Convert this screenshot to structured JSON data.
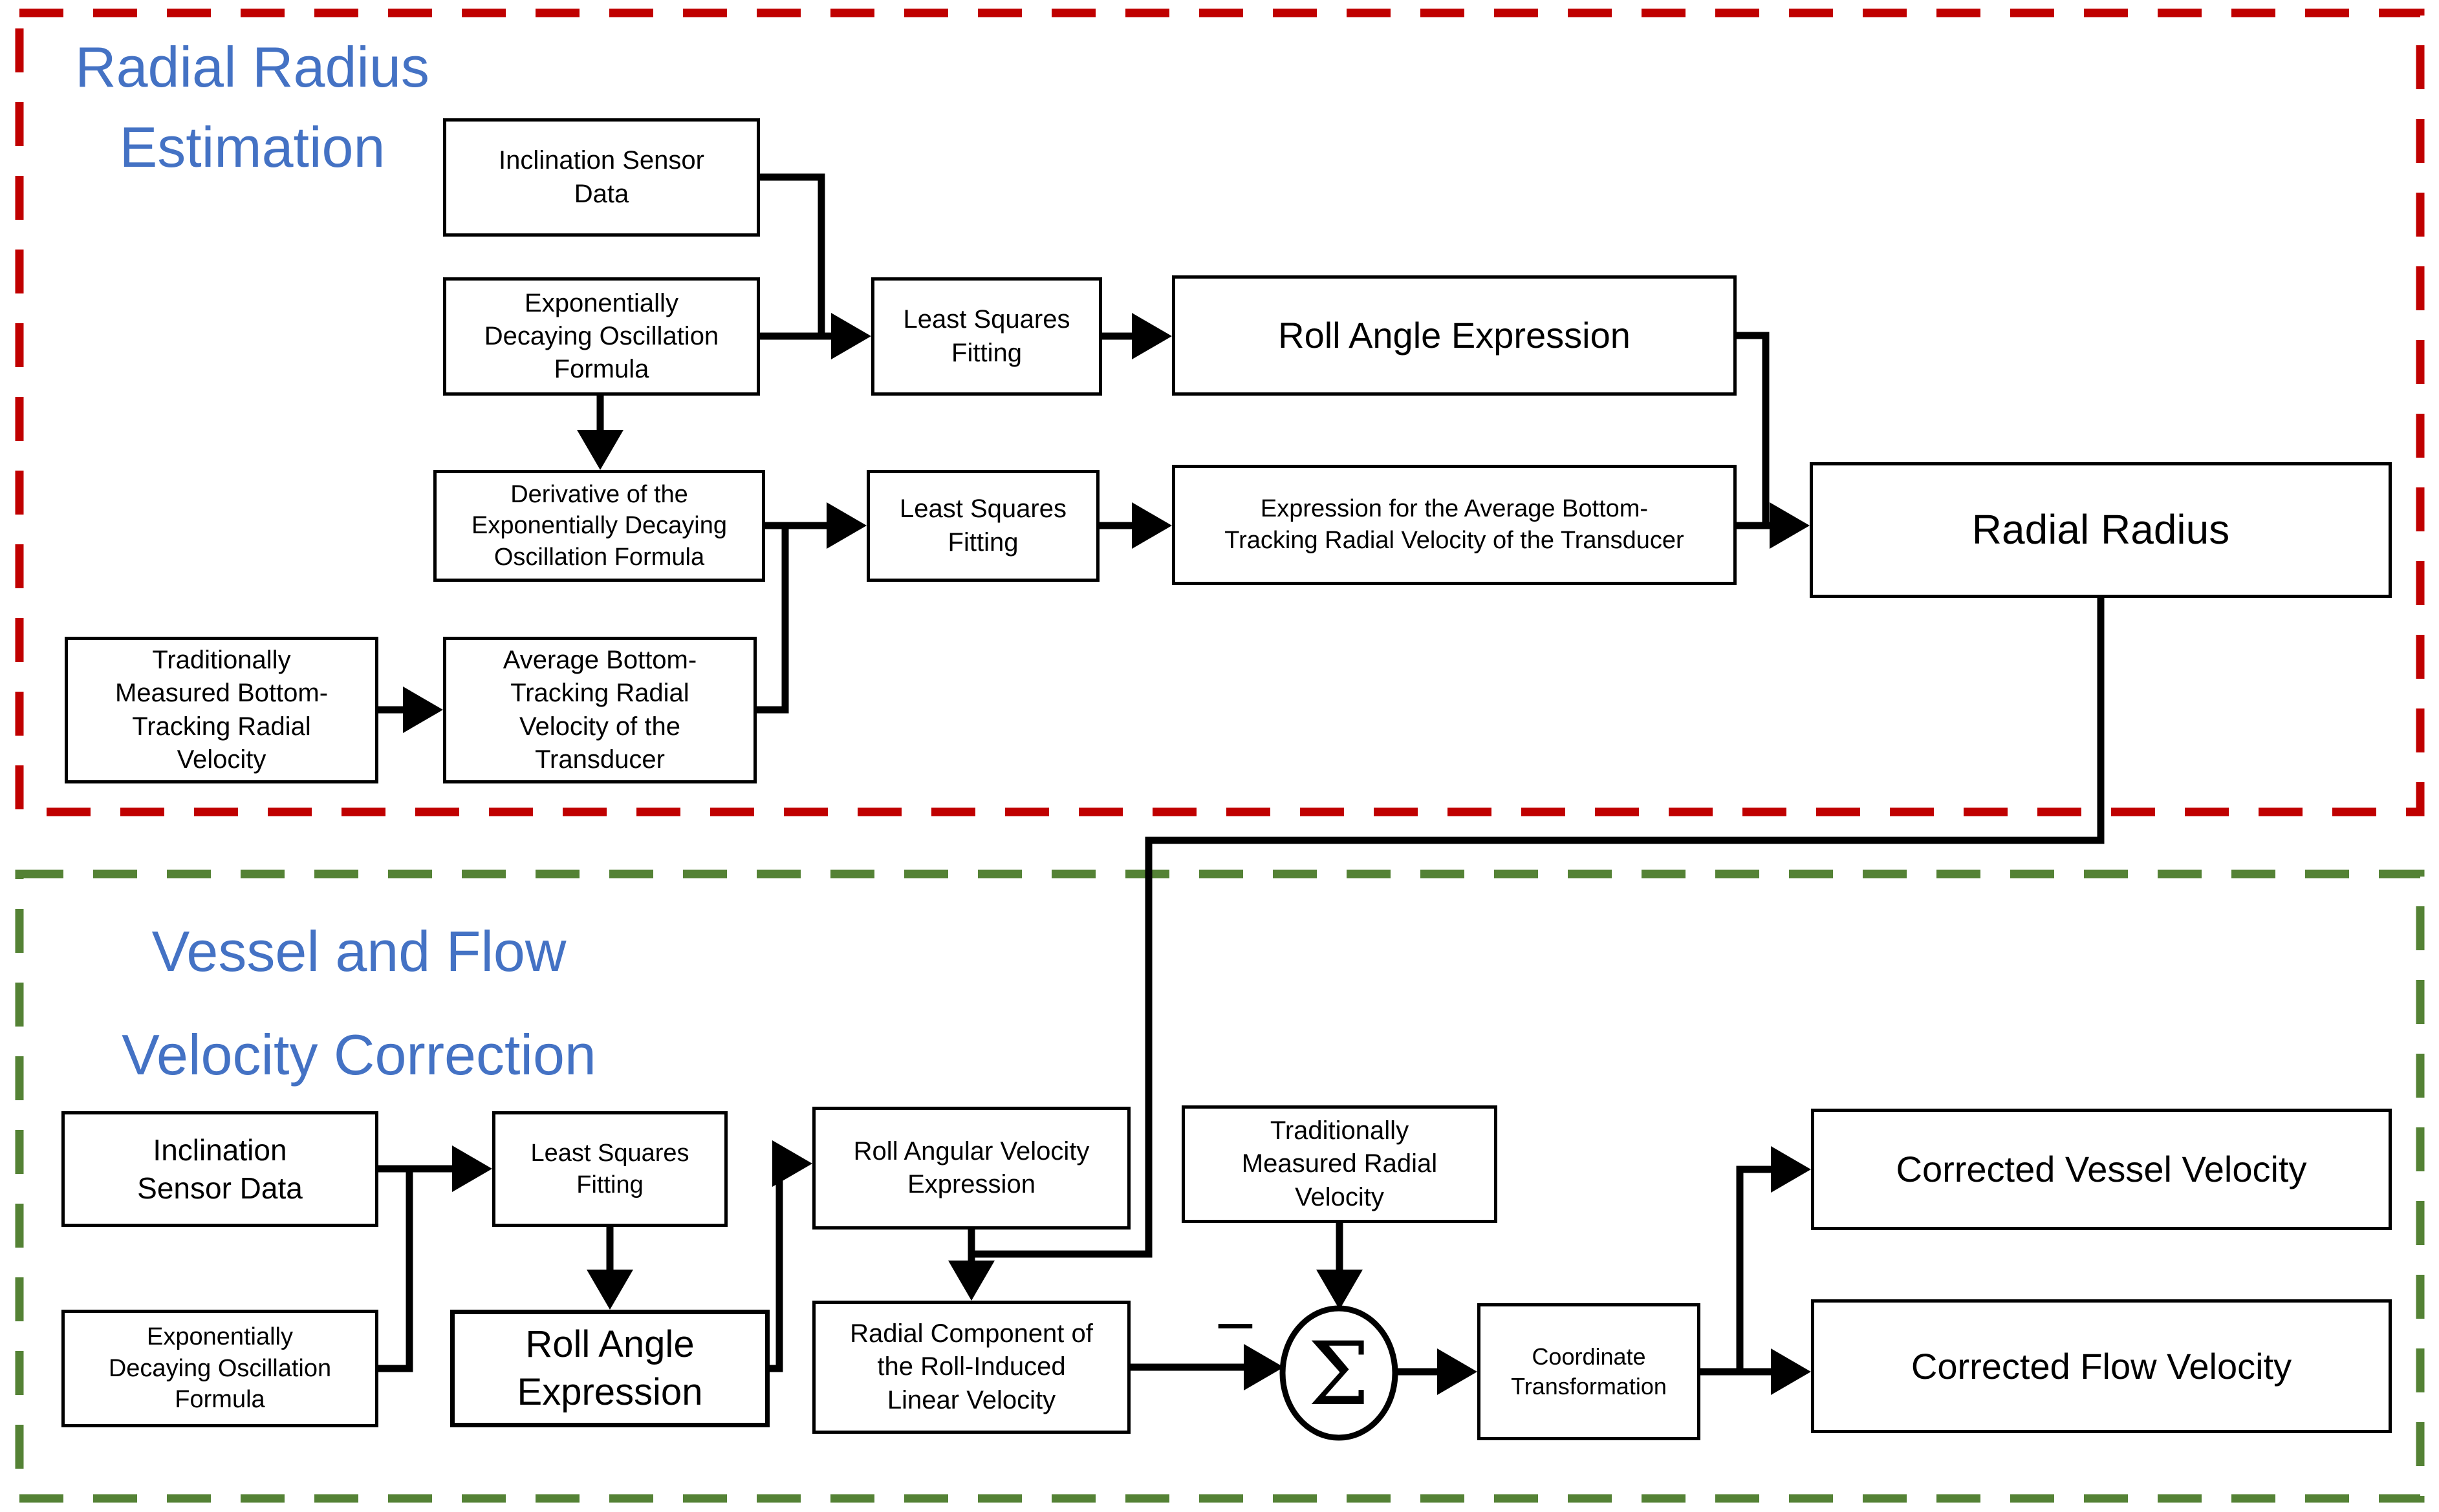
{
  "diagram_type": "flowchart",
  "colors": {
    "top_section_border": "#C00000",
    "bottom_section_border": "#548235",
    "section_title_text": "#4472C4",
    "node_border": "#000000",
    "node_fill": "#ffffff",
    "connector": "#000000"
  },
  "sections": {
    "top": {
      "title": "Radial Radius\nEstimation"
    },
    "bottom": {
      "title": "Vessel and Flow\nVelocity Correction"
    }
  },
  "nodes": {
    "top_inclination_sensor_data": {
      "label": "Inclination Sensor\nData"
    },
    "top_exp_decay_formula": {
      "label": "Exponentially\nDecaying Oscillation\nFormula"
    },
    "top_least_squares_fitting_1": {
      "label": "Least Squares\nFitting"
    },
    "top_roll_angle_expression": {
      "label": "Roll Angle Expression"
    },
    "top_derivative_formula": {
      "label": "Derivative of the\nExponentially Decaying\nOscillation Formula"
    },
    "top_least_squares_fitting_2": {
      "label": "Least Squares\nFitting"
    },
    "top_avg_bt_expression": {
      "label": "Expression for the Average Bottom-\nTracking Radial Velocity of the Transducer"
    },
    "top_radial_radius": {
      "label": "Radial Radius"
    },
    "top_traditional_bt_velocity": {
      "label": "Traditionally\nMeasured Bottom-\nTracking Radial\nVelocity"
    },
    "top_avg_bt_velocity": {
      "label": "Average Bottom-\nTracking Radial\nVelocity of the\nTransducer"
    },
    "bottom_inclination_sensor_data": {
      "label": "Inclination\nSensor Data"
    },
    "bottom_least_squares_fitting": {
      "label": "Least Squares\nFitting"
    },
    "bottom_exp_decay_formula": {
      "label": "Exponentially\nDecaying Oscillation\nFormula"
    },
    "bottom_roll_angle_expression": {
      "label": "Roll Angle\nExpression"
    },
    "bottom_roll_angular_velocity_expression": {
      "label": "Roll Angular Velocity\nExpression"
    },
    "bottom_traditional_radial_velocity": {
      "label": "Traditionally\nMeasured Radial\nVelocity"
    },
    "bottom_radial_component": {
      "label": "Radial Component of\nthe Roll-Induced\nLinear Velocity"
    },
    "bottom_coordinate_transformation": {
      "label": "Coordinate\nTransformation"
    },
    "bottom_corrected_vessel_velocity": {
      "label": "Corrected Vessel Velocity"
    },
    "bottom_corrected_flow_velocity": {
      "label": "Corrected Flow Velocity"
    }
  },
  "symbols": {
    "sum": "Σ",
    "minus": "−"
  }
}
